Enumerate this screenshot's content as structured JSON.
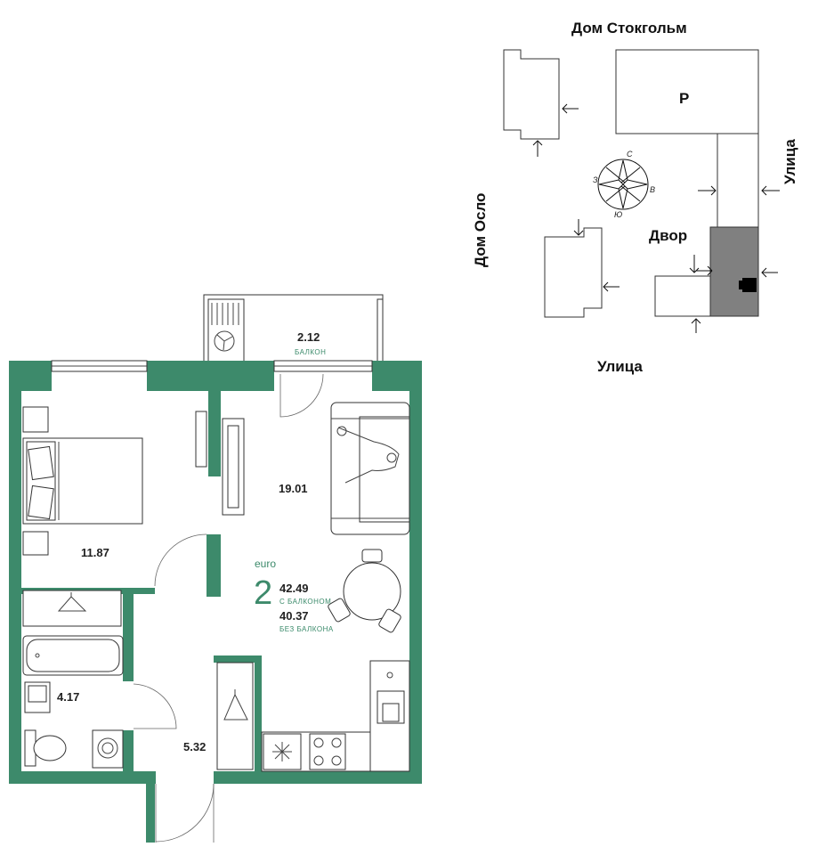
{
  "site_plan": {
    "building_top_label": "Дом Стокгольм",
    "building_left_label": "Дом Осло",
    "street_right_label": "Улица",
    "street_bottom_label": "Улица",
    "yard_label": "Двор",
    "parking_label": "P",
    "compass": {
      "north": "С",
      "south": "Ю",
      "west": "З",
      "east": "В"
    }
  },
  "apartment": {
    "type_label": "euro",
    "rooms": "2",
    "area_with_balcony": "42.49",
    "area_with_balcony_caption": "С БАЛКОНОМ",
    "area_without_balcony": "40.37",
    "area_without_balcony_caption": "БЕЗ БАЛКОНА",
    "areas": {
      "balcony": "2.12",
      "balcony_caption": "БАЛКОН",
      "living_kitchen": "19.01",
      "bedroom": "11.87",
      "bathroom": "4.17",
      "hallway": "5.32"
    }
  },
  "colors": {
    "wall": "#3d8a6b",
    "accent_text": "#3d8a6b",
    "highlight_section": "#808080"
  }
}
